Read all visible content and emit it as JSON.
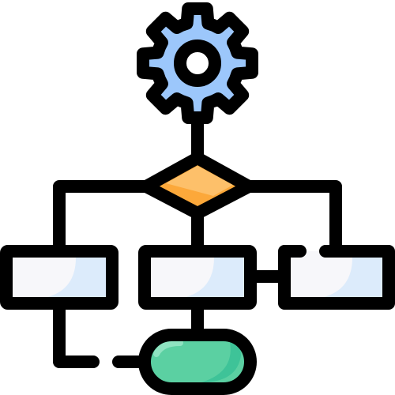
{
  "icon": {
    "name": "workflow-process-icon",
    "colors": {
      "outline": "#000000",
      "gear_fill": "#9cc7fb",
      "gear_highlight": "#c6defc",
      "gear_hole": "#ffffff",
      "decision_fill": "#fca83a",
      "decision_highlight": "#fdc06a",
      "box_fill": "#f7f7fa",
      "box_shade": "#dcebfb",
      "terminal_fill": "#5bd0a2",
      "terminal_shade": "#3ec398",
      "terminal_highlight": "#8fe3c1"
    },
    "parts": [
      "gear-icon",
      "decision-diamond-icon",
      "process-box-left",
      "process-box-middle",
      "process-box-right",
      "terminal-pill-icon",
      "connector-lines"
    ]
  }
}
